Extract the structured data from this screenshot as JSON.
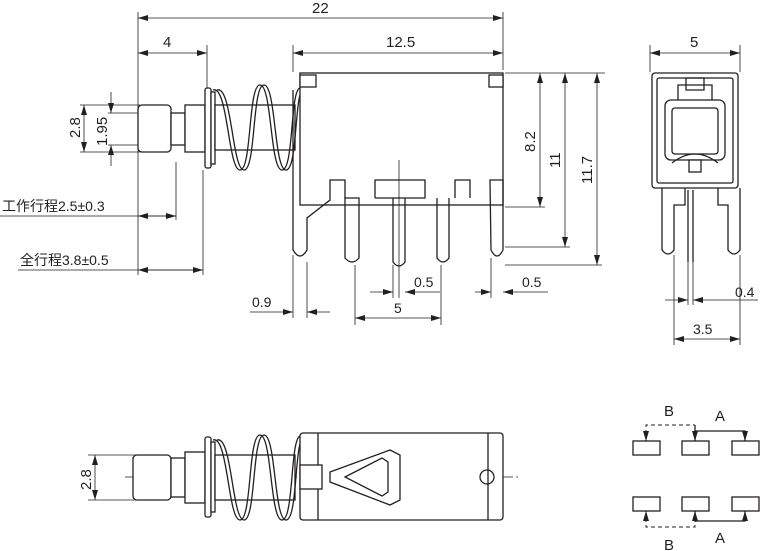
{
  "title": "Push switch dimension drawing",
  "front_view": {
    "dim_total_length": "22",
    "dim_plunger": "4",
    "dim_body": "12.5",
    "dim_button_height": "2.8",
    "dim_shaft_height": "1.95",
    "dim_8_2": "8.2",
    "dim_11": "11",
    "dim_11_7": "11.7",
    "working_stroke": "工作行程2.5±0.3",
    "full_stroke": "全行程3.8±0.5",
    "dim_0_9": "0.9",
    "dim_pin_pitch": "5",
    "dim_pin_width": "0.5",
    "dim_leg_width": "0.5"
  },
  "side_view": {
    "dim_width": "5",
    "dim_0_4": "0.4",
    "dim_3_5": "3.5"
  },
  "top_view": {
    "dim_button_height": "2.8"
  },
  "circuit": {
    "label_b": "B",
    "label_a": "A"
  }
}
